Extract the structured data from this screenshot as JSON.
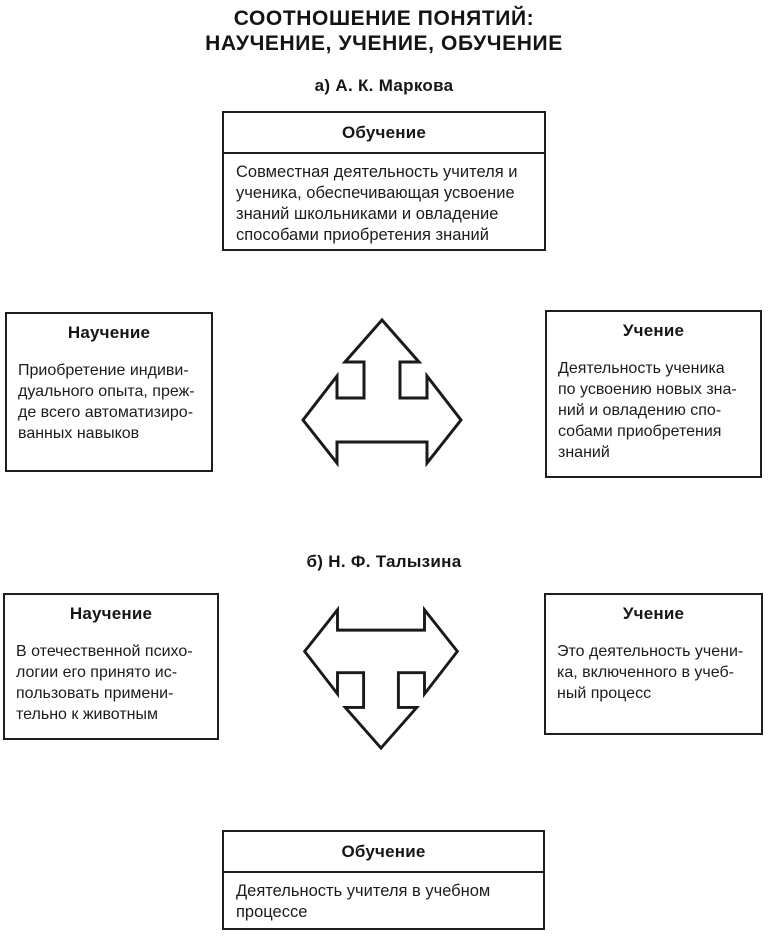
{
  "page_title": "СООТНОШЕНИЕ ПОНЯТИЙ:\nНАУЧЕНИЕ, УЧЕНИЕ, ОБУЧЕНИЕ",
  "colors": {
    "ink": "#1a1a1a",
    "paper": "#ffffff",
    "border": "#1e1e1e"
  },
  "icons": {
    "arrow_a": "three-way-arrow-up-left-right",
    "arrow_b": "three-way-arrow-down-left-right"
  },
  "section_a": {
    "heading": "а) А. К. Маркова",
    "obuchenie": {
      "title": "Обучение",
      "body": "Совместная деятельность учителя и\nученика, обеспечивающая усвоение\nзнаний школьниками и овладение\nспособами приобретения знаний"
    },
    "nauchenie": {
      "title": "Научение",
      "body": "Приобретение индиви-\nдуального опыта, преж-\nде всего автоматизиро-\nванных навыков"
    },
    "uchenie": {
      "title": "Учение",
      "body": "Деятельность ученика\nпо усвоению новых зна-\nний и овладению спо-\nсобами приобретения\nзнаний"
    }
  },
  "section_b": {
    "heading": "б) Н. Ф. Талызина",
    "nauchenie": {
      "title": "Научение",
      "body": "В отечественной психо-\nлогии его принято ис-\nпользовать примени-\nтельно к животным"
    },
    "uchenie": {
      "title": "Учение",
      "body": "Это деятельность учени-\nка, включенного в учеб-\nный процесс"
    },
    "obuchenie": {
      "title": "Обучение",
      "body": "Деятельность учителя в учебном\nпроцессе"
    }
  }
}
